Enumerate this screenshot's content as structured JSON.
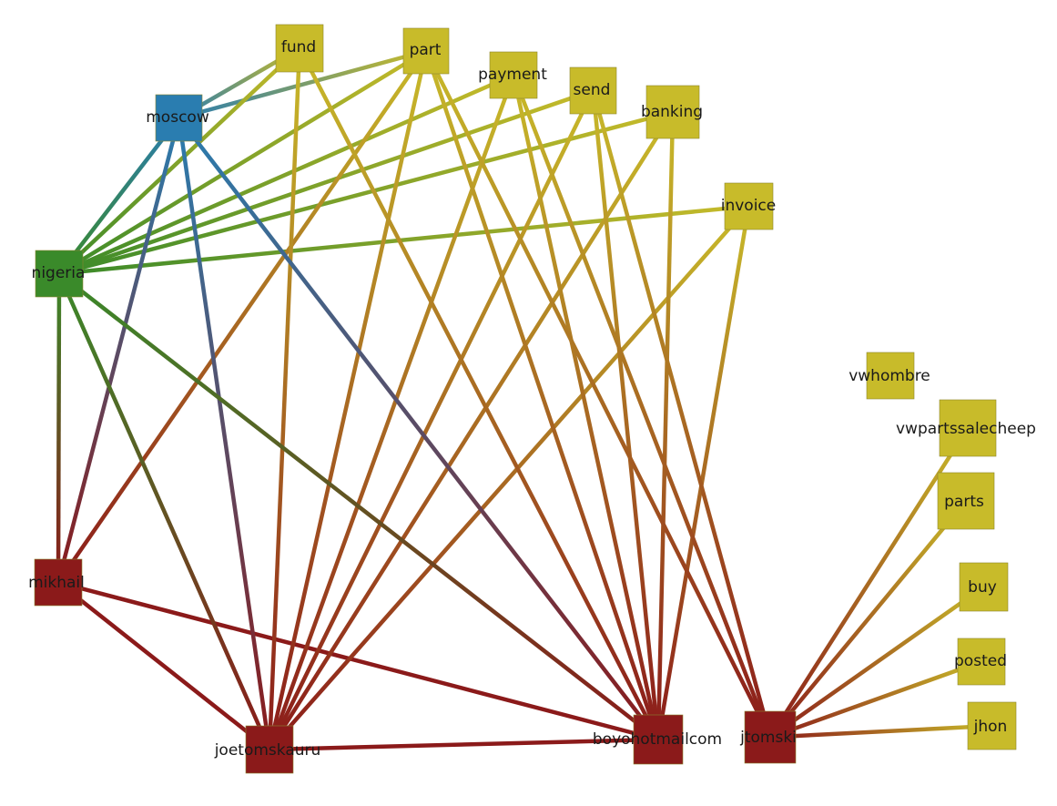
{
  "colors": {
    "person": "#8b1a1a",
    "location_moscow": "#2a7db0",
    "location_nigeria": "#3a8a2a",
    "keyword": "#c8bb2a"
  },
  "nodes": [
    {
      "id": "fund",
      "label": "fund",
      "group": "keyword"
    },
    {
      "id": "part",
      "label": "part",
      "group": "keyword"
    },
    {
      "id": "payment",
      "label": "payment",
      "group": "keyword"
    },
    {
      "id": "send",
      "label": "send",
      "group": "keyword"
    },
    {
      "id": "banking",
      "label": "banking",
      "group": "keyword"
    },
    {
      "id": "invoice",
      "label": "invoice",
      "group": "keyword"
    },
    {
      "id": "moscow",
      "label": "moscow",
      "group": "location_moscow"
    },
    {
      "id": "nigeria",
      "label": "nigeria",
      "group": "location_nigeria"
    },
    {
      "id": "mikhail",
      "label": "mikhail",
      "group": "person"
    },
    {
      "id": "joetomskauru",
      "label": "joetomskauru",
      "group": "person"
    },
    {
      "id": "boyohotmailcom",
      "label": "boyohotmailcom",
      "group": "person"
    },
    {
      "id": "jtomski",
      "label": "jtomski",
      "group": "person"
    },
    {
      "id": "vwhombre",
      "label": "vwhombre",
      "group": "keyword"
    },
    {
      "id": "vwpartssalecheep",
      "label": "vwpartssalecheep",
      "group": "keyword"
    },
    {
      "id": "parts",
      "label": "parts",
      "group": "keyword"
    },
    {
      "id": "buy",
      "label": "buy",
      "group": "keyword"
    },
    {
      "id": "posted",
      "label": "posted",
      "group": "keyword"
    },
    {
      "id": "jhon",
      "label": "jhon",
      "group": "keyword"
    }
  ],
  "edges": [
    [
      "moscow",
      "fund"
    ],
    [
      "moscow",
      "part"
    ],
    [
      "nigeria",
      "moscow"
    ],
    [
      "nigeria",
      "fund"
    ],
    [
      "nigeria",
      "part"
    ],
    [
      "nigeria",
      "payment"
    ],
    [
      "nigeria",
      "send"
    ],
    [
      "nigeria",
      "banking"
    ],
    [
      "nigeria",
      "invoice"
    ],
    [
      "mikhail",
      "nigeria"
    ],
    [
      "mikhail",
      "moscow"
    ],
    [
      "mikhail",
      "part"
    ],
    [
      "mikhail",
      "joetomskauru"
    ],
    [
      "mikhail",
      "boyohotmailcom"
    ],
    [
      "joetomskauru",
      "nigeria"
    ],
    [
      "joetomskauru",
      "moscow"
    ],
    [
      "joetomskauru",
      "fund"
    ],
    [
      "joetomskauru",
      "part"
    ],
    [
      "joetomskauru",
      "payment"
    ],
    [
      "joetomskauru",
      "send"
    ],
    [
      "joetomskauru",
      "banking"
    ],
    [
      "joetomskauru",
      "invoice"
    ],
    [
      "joetomskauru",
      "boyohotmailcom"
    ],
    [
      "boyohotmailcom",
      "nigeria"
    ],
    [
      "boyohotmailcom",
      "moscow"
    ],
    [
      "boyohotmailcom",
      "fund"
    ],
    [
      "boyohotmailcom",
      "part"
    ],
    [
      "boyohotmailcom",
      "payment"
    ],
    [
      "boyohotmailcom",
      "send"
    ],
    [
      "boyohotmailcom",
      "banking"
    ],
    [
      "boyohotmailcom",
      "invoice"
    ],
    [
      "jtomski",
      "part"
    ],
    [
      "jtomski",
      "payment"
    ],
    [
      "jtomski",
      "send"
    ],
    [
      "jtomski",
      "vwpartssalecheep"
    ],
    [
      "jtomski",
      "parts"
    ],
    [
      "jtomski",
      "buy"
    ],
    [
      "jtomski",
      "posted"
    ],
    [
      "jtomski",
      "jhon"
    ]
  ]
}
